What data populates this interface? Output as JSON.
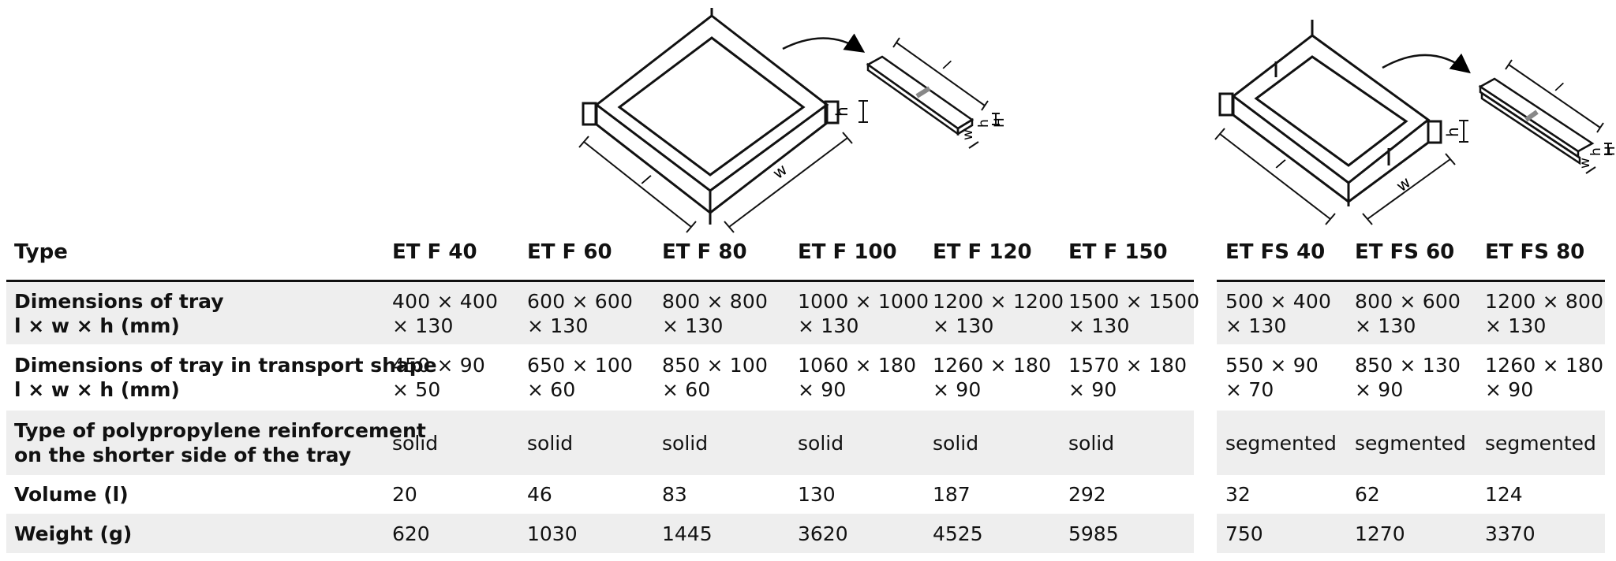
{
  "figures": {
    "flat_tray": {
      "labels": {
        "length": "l",
        "width": "w",
        "height": "h"
      }
    },
    "flat_tray_transport": {
      "labels": {
        "length": "l",
        "width": "w",
        "height": "h",
        "height2": "H"
      }
    },
    "segmented_tray": {
      "labels": {
        "length": "l",
        "width": "w",
        "height": "h"
      }
    },
    "segmented_tray_transport": {
      "labels": {
        "length": "l",
        "width": "w",
        "height": "h",
        "height2": "H"
      }
    }
  },
  "table": {
    "header": {
      "type_label": "Type",
      "models": [
        "ET F 40",
        "ET F 60",
        "ET F 80",
        "ET F 100",
        "ET F 120",
        "ET F 150",
        "ET FS 40",
        "ET FS 60",
        "ET FS 80"
      ]
    },
    "rows": [
      {
        "label": [
          "Dimensions of tray",
          "l × w × h (mm)"
        ],
        "values": [
          [
            "400 × 400",
            "× 130"
          ],
          [
            "600 × 600",
            "× 130"
          ],
          [
            "800 × 800",
            "× 130"
          ],
          [
            "1000 × 1000",
            "× 130"
          ],
          [
            "1200 × 1200",
            "× 130"
          ],
          [
            "1500 × 1500",
            "× 130"
          ],
          [
            "500 × 400",
            "× 130"
          ],
          [
            "800 × 600",
            "× 130"
          ],
          [
            "1200 × 800",
            "× 130"
          ]
        ]
      },
      {
        "label": [
          "Dimensions of tray in transport shape",
          "l × w × h (mm)"
        ],
        "values": [
          [
            "450 × 90",
            "× 50"
          ],
          [
            "650 × 100",
            "× 60"
          ],
          [
            "850 × 100",
            "× 60"
          ],
          [
            "1060 × 180",
            "× 90"
          ],
          [
            "1260 × 180",
            "× 90"
          ],
          [
            "1570 × 180",
            "× 90"
          ],
          [
            "550 × 90",
            "× 70"
          ],
          [
            "850 × 130",
            "× 90"
          ],
          [
            "1260 × 180",
            "× 90"
          ]
        ]
      },
      {
        "label": [
          "Type of polypropylene reinforcement",
          "on the shorter side of the tray"
        ],
        "values": [
          "solid",
          "solid",
          "solid",
          "solid",
          "solid",
          "solid",
          "segmented",
          "segmented",
          "segmented"
        ]
      },
      {
        "label": [
          "Volume (l)"
        ],
        "values": [
          "20",
          "46",
          "83",
          "130",
          "187",
          "292",
          "32",
          "62",
          "124"
        ]
      },
      {
        "label": [
          "Weight (g)"
        ],
        "values": [
          "620",
          "1030",
          "1445",
          "3620",
          "4525",
          "5985",
          "750",
          "1270",
          "3370"
        ]
      }
    ]
  }
}
